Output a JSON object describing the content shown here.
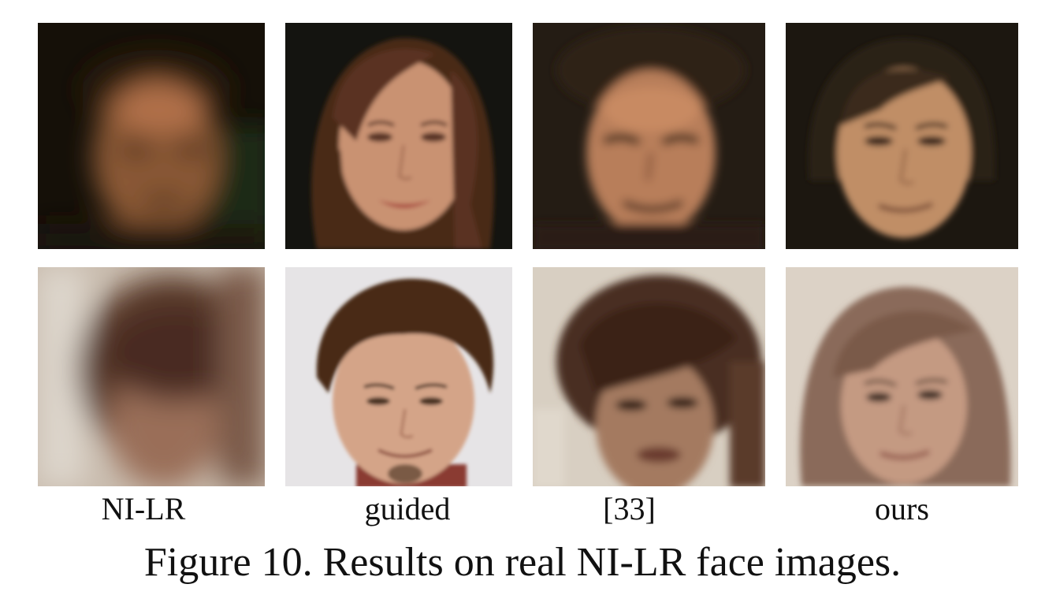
{
  "figure": {
    "columns": [
      {
        "label": "NI-LR"
      },
      {
        "label": "guided"
      },
      {
        "label": "[33]"
      },
      {
        "label": "ours"
      }
    ],
    "caption": "Figure 10. Results on real NI-LR face images."
  }
}
